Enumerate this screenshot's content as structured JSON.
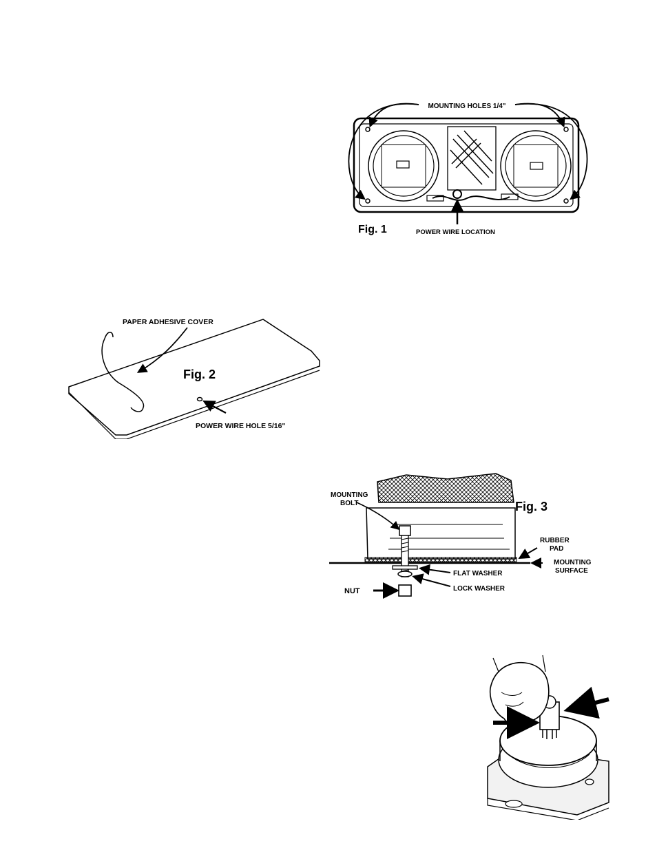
{
  "fig1": {
    "title": "Fig. 1",
    "label_mounting_holes": "MOUNTING HOLES 1/4\"",
    "label_power_wire_location": "POWER WIRE LOCATION"
  },
  "fig2": {
    "title": "Fig. 2",
    "label_paper_cover": "PAPER ADHESIVE COVER",
    "label_power_wire_hole": "POWER WIRE HOLE 5/16\""
  },
  "fig3": {
    "title": "Fig. 3",
    "label_mounting": "MOUNTING",
    "label_bolt": "BOLT",
    "label_rubber": "RUBBER",
    "label_pad": "PAD",
    "label_mounting2": "MOUNTING",
    "label_surface": "SURFACE",
    "label_flat_washer": "FLAT WASHER",
    "label_lock_washer": "LOCK WASHER",
    "label_nut": "NUT"
  }
}
